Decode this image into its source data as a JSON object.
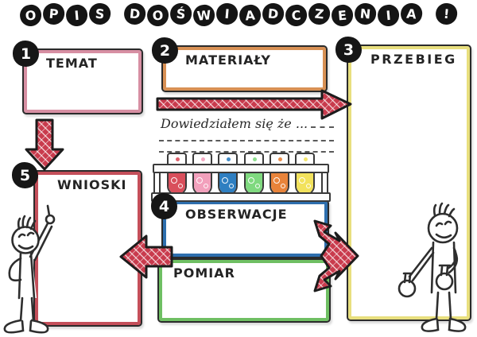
{
  "page": {
    "background": "#ffffff"
  },
  "title": {
    "text": "OPIS DOŚWIADCZENIA !",
    "circle_color": "#151515",
    "letter_color": "#ffffff"
  },
  "sections": {
    "temat": {
      "number": "1",
      "label": "TEMAT",
      "border_color": "#d78fa3"
    },
    "materialy": {
      "number": "2",
      "label": "MATERIAŁY",
      "border_color": "#d89054"
    },
    "przebieg": {
      "number": "3",
      "label": "PRZEBIEG",
      "border_color": "#e8df7e"
    },
    "obserwacje": {
      "number": "4",
      "label": "OBSERWACJE",
      "border_color": "#2e6fae"
    },
    "wnioski": {
      "number": "5",
      "label": "WNIOSKI",
      "border_color": "#c44f5a"
    },
    "pomiar": {
      "label": "POMIAR",
      "border_color": "#6fbf63"
    }
  },
  "notes": {
    "learned_line": "Dowiedziałem się że ...",
    "write_lines_count": 3
  },
  "tubes": {
    "count": 6,
    "colors": [
      "#d94f5c",
      "#f2a0bc",
      "#2f7fc1",
      "#7fd97f",
      "#e8833a",
      "#f2e25c"
    ]
  },
  "arrows": {
    "fill_color": "#c93b4d",
    "hatch_color": "#ffffff",
    "outline_color": "#1c1c1c",
    "items": [
      "temat-to-wnioski-down-arrow",
      "materialy-to-przebieg-right-arrow",
      "obserwacje-to-wnioski-left-arrow",
      "przebieg-obserwacje-pomiar-double-arrow"
    ]
  },
  "figures": {
    "left": "stick-figure-pointing-up",
    "right": "stick-figure-holding-flasks"
  },
  "rack": {
    "name": "test-tube-rack"
  }
}
